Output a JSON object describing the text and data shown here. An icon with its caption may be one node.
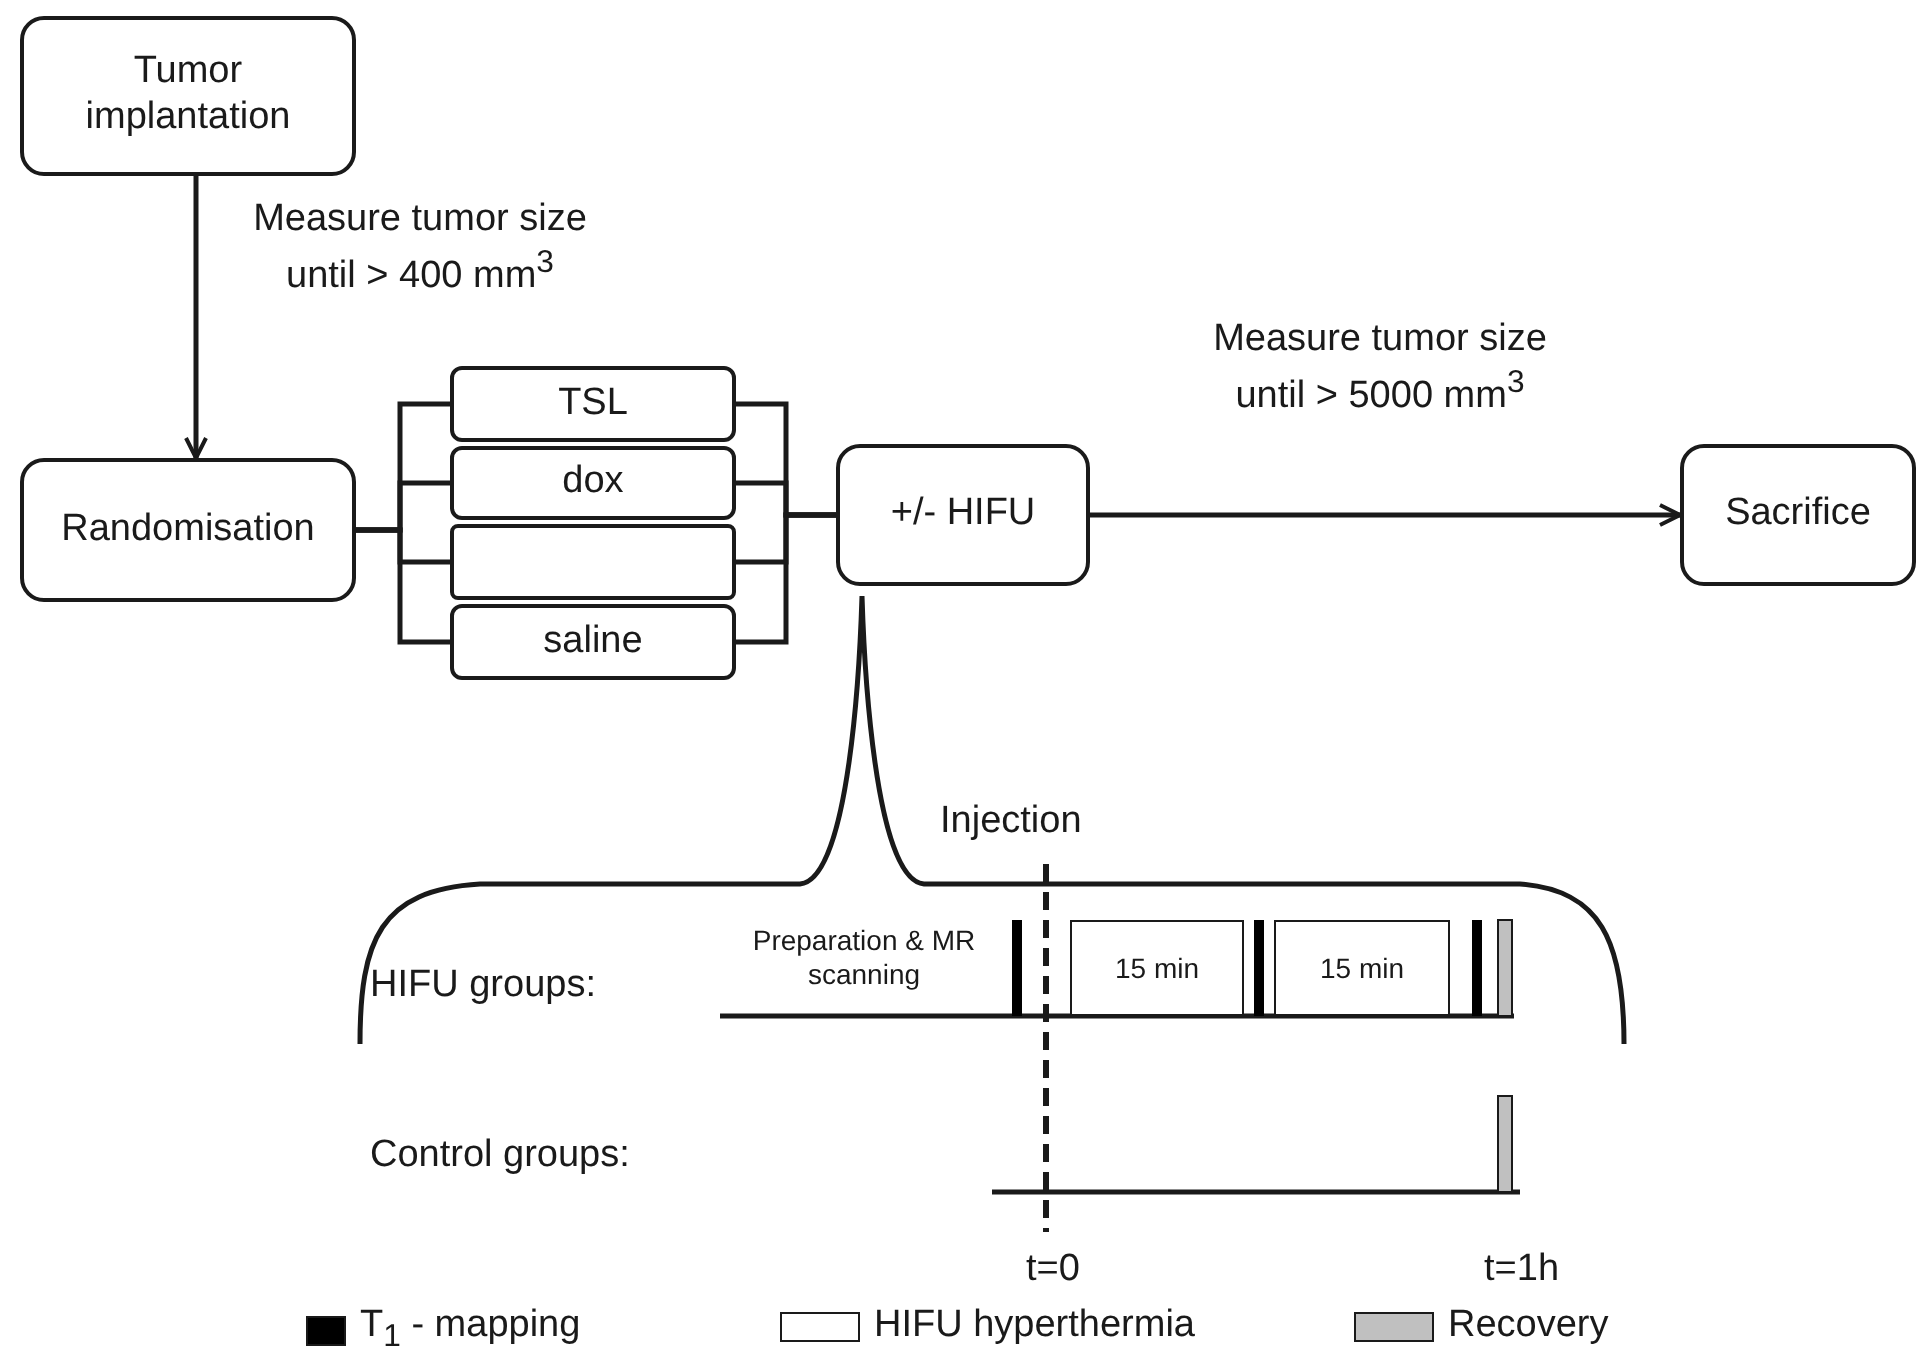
{
  "diagram": {
    "nodes": [
      {
        "text": [
          "Tumor implantation"
        ]
      },
      {
        "text": [
          "Randomisation"
        ]
      },
      {
        "text": [
          "TSL"
        ]
      },
      {
        "text": [
          "dox"
        ]
      },
      {
        "text": [],
        "shape": "box"
      },
      {
        "text": [
          "saline"
        ]
      },
      {
        "text": [
          "+/- HIFU"
        ]
      },
      {
        "text": [
          "Sacrifice"
        ]
      },
      {
        "text": [
          "15 min"
        ]
      },
      {
        "text": [
          "15 min"
        ]
      }
    ],
    "edges": [
      {
        "from": 0,
        "to": 1,
        "arrow": "to",
        "label": "Measure tumor size until > 400 mm$^{3}$"
      },
      {
        "from": 1,
        "to": 2,
        "arrow": "none"
      },
      {
        "from": 1,
        "to": 3,
        "arrow": "none"
      },
      {
        "from": 1,
        "to": 4,
        "arrow": "none"
      },
      {
        "from": 1,
        "to": 5,
        "arrow": "none"
      },
      {
        "from": 2,
        "to": 6,
        "arrow": "none"
      },
      {
        "from": 3,
        "to": 6,
        "arrow": "none"
      },
      {
        "from": 4,
        "to": 6,
        "arrow": "none"
      },
      {
        "from": 5,
        "to": 6,
        "arrow": "none"
      },
      {
        "from": 6,
        "to": 7,
        "arrow": "to",
        "label": "Measure tumor size until > 5000 mm$^{3}$"
      }
    ],
    "labels": [
      "Injection",
      "HIFU groups:",
      "Preparation & MR scanning",
      "Control groups:",
      "t=0",
      "t=1h"
    ],
    "legend": [
      {
        "text": "T$_{1}$ - mapping",
        "color": "#000000"
      },
      {
        "text": "HIFU hyperthermia",
        "color": "#ffffff"
      },
      {
        "text": "Recovery",
        "color": "#c0c0c0"
      }
    ]
  }
}
